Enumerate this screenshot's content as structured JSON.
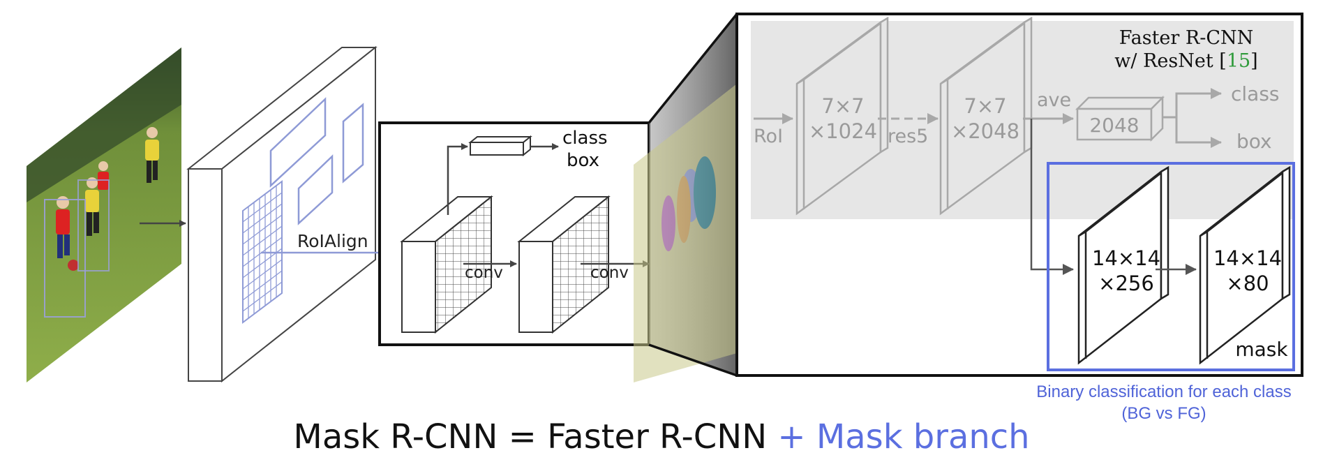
{
  "photo": {
    "description_icon": "soccer-photo-icon"
  },
  "labels": {
    "roialign": "RoIAlign",
    "conv1": "conv",
    "conv2": "conv",
    "class": "class",
    "box": "box"
  },
  "inset": {
    "title_line1": "Faster R-CNN",
    "title_line2_prefix": "w/ ResNet [",
    "title_ref": "15",
    "title_line2_suffix": "]",
    "roi": "RoI",
    "block1_line1": "7×7",
    "block1_line2": "×1024",
    "res5": "res5",
    "block2_line1": "7×7",
    "block2_line2": "×2048",
    "ave": "ave",
    "fc": "2048",
    "class": "class",
    "box": "box",
    "mask_block1_line1": "14×14",
    "mask_block1_line2": "×256",
    "mask_block2_line1": "14×14",
    "mask_block2_line2": "×80",
    "mask": "mask"
  },
  "note": {
    "line1": "Binary classification for each class",
    "line2": "(BG vs FG)"
  },
  "caption": {
    "main": "Mask R-CNN = Faster R-CNN",
    "accent": "+ Mask branch"
  },
  "colors": {
    "accent": "#5b6fe0",
    "ref_green": "#2e9a3a",
    "gray_text": "#9a9a9a",
    "gray_panel": "#e6e6e6"
  }
}
